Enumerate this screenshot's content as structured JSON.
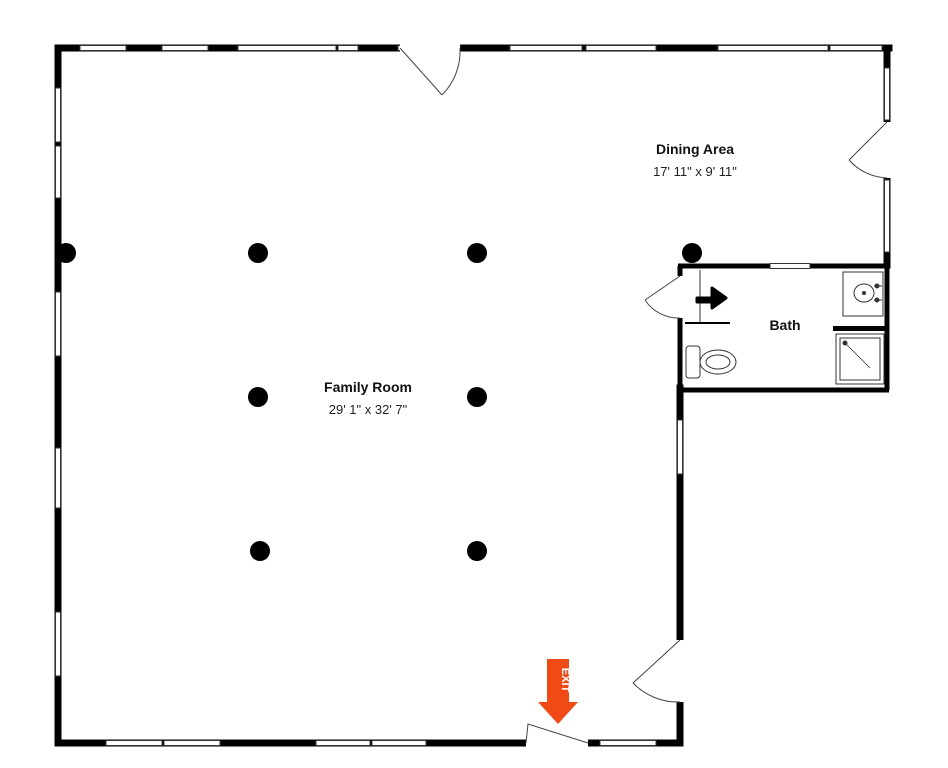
{
  "rooms": {
    "family": {
      "name": "Family Room",
      "dims": "29' 1\" x 32' 7\""
    },
    "dining": {
      "name": "Dining Area",
      "dims": "17' 11\" x 9' 11\""
    },
    "bath": {
      "name": "Bath"
    }
  },
  "exit_sign": {
    "text": "EXIT",
    "color": "#f04a17"
  },
  "colors": {
    "wall": "#000000",
    "window": "#ffffff",
    "line": "#555555"
  },
  "icons": [
    "column-icon",
    "door-swing-icon",
    "toilet-icon",
    "sink-icon",
    "shower-icon",
    "stairs-arrow-icon",
    "exit-arrow-icon"
  ]
}
